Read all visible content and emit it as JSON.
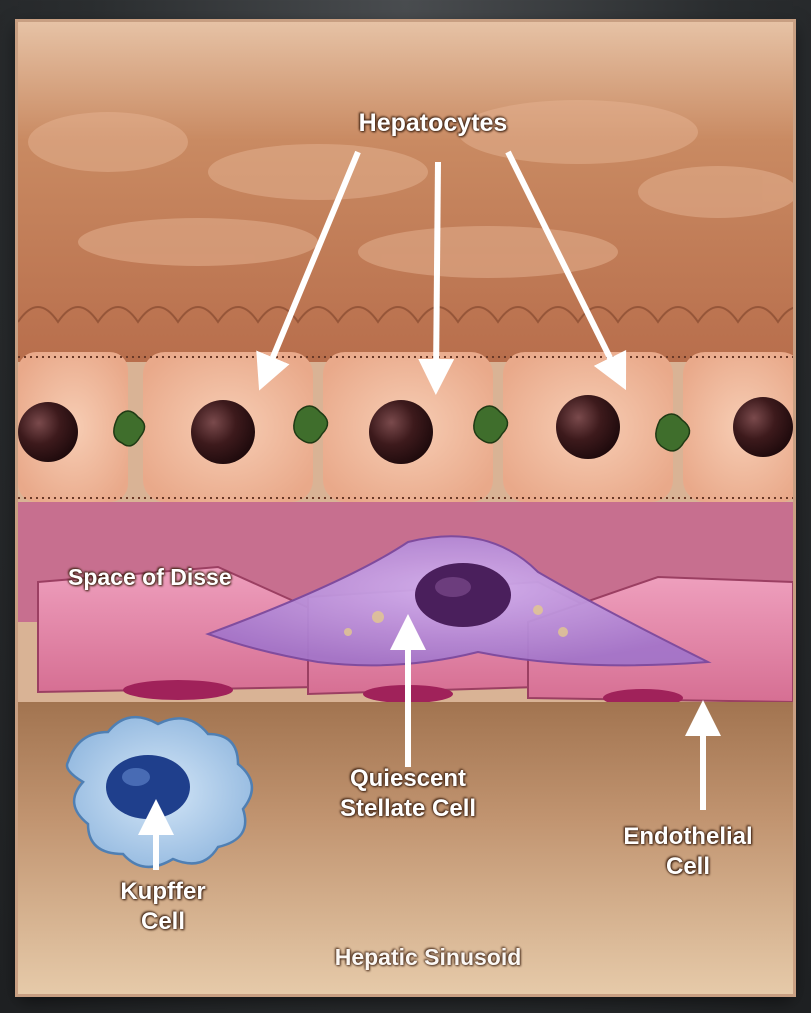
{
  "diagram": {
    "labels": {
      "hepatocytes": "Hepatocytes",
      "space_of_disse": "Space of Disse",
      "stellate": "Quiescent\nStellate Cell",
      "endothelial": "Endothelial\nCell",
      "kupffer": "Kupffer\nCell",
      "sinusoid": "Hepatic Sinusoid"
    },
    "colors": {
      "background": "#2e3133",
      "upper_tissue": "#c98a62",
      "hepatocyte": "#f0b79a",
      "nucleus": "#3d1a1c",
      "bile_canaliculus": "#3f6e2c",
      "endothelium": "#e58aaa",
      "stellate_cell": "#b98ad6",
      "kupffer_cell": "#9cc3e8",
      "sinusoid": "#b98c62",
      "label": "#ffffff"
    }
  }
}
